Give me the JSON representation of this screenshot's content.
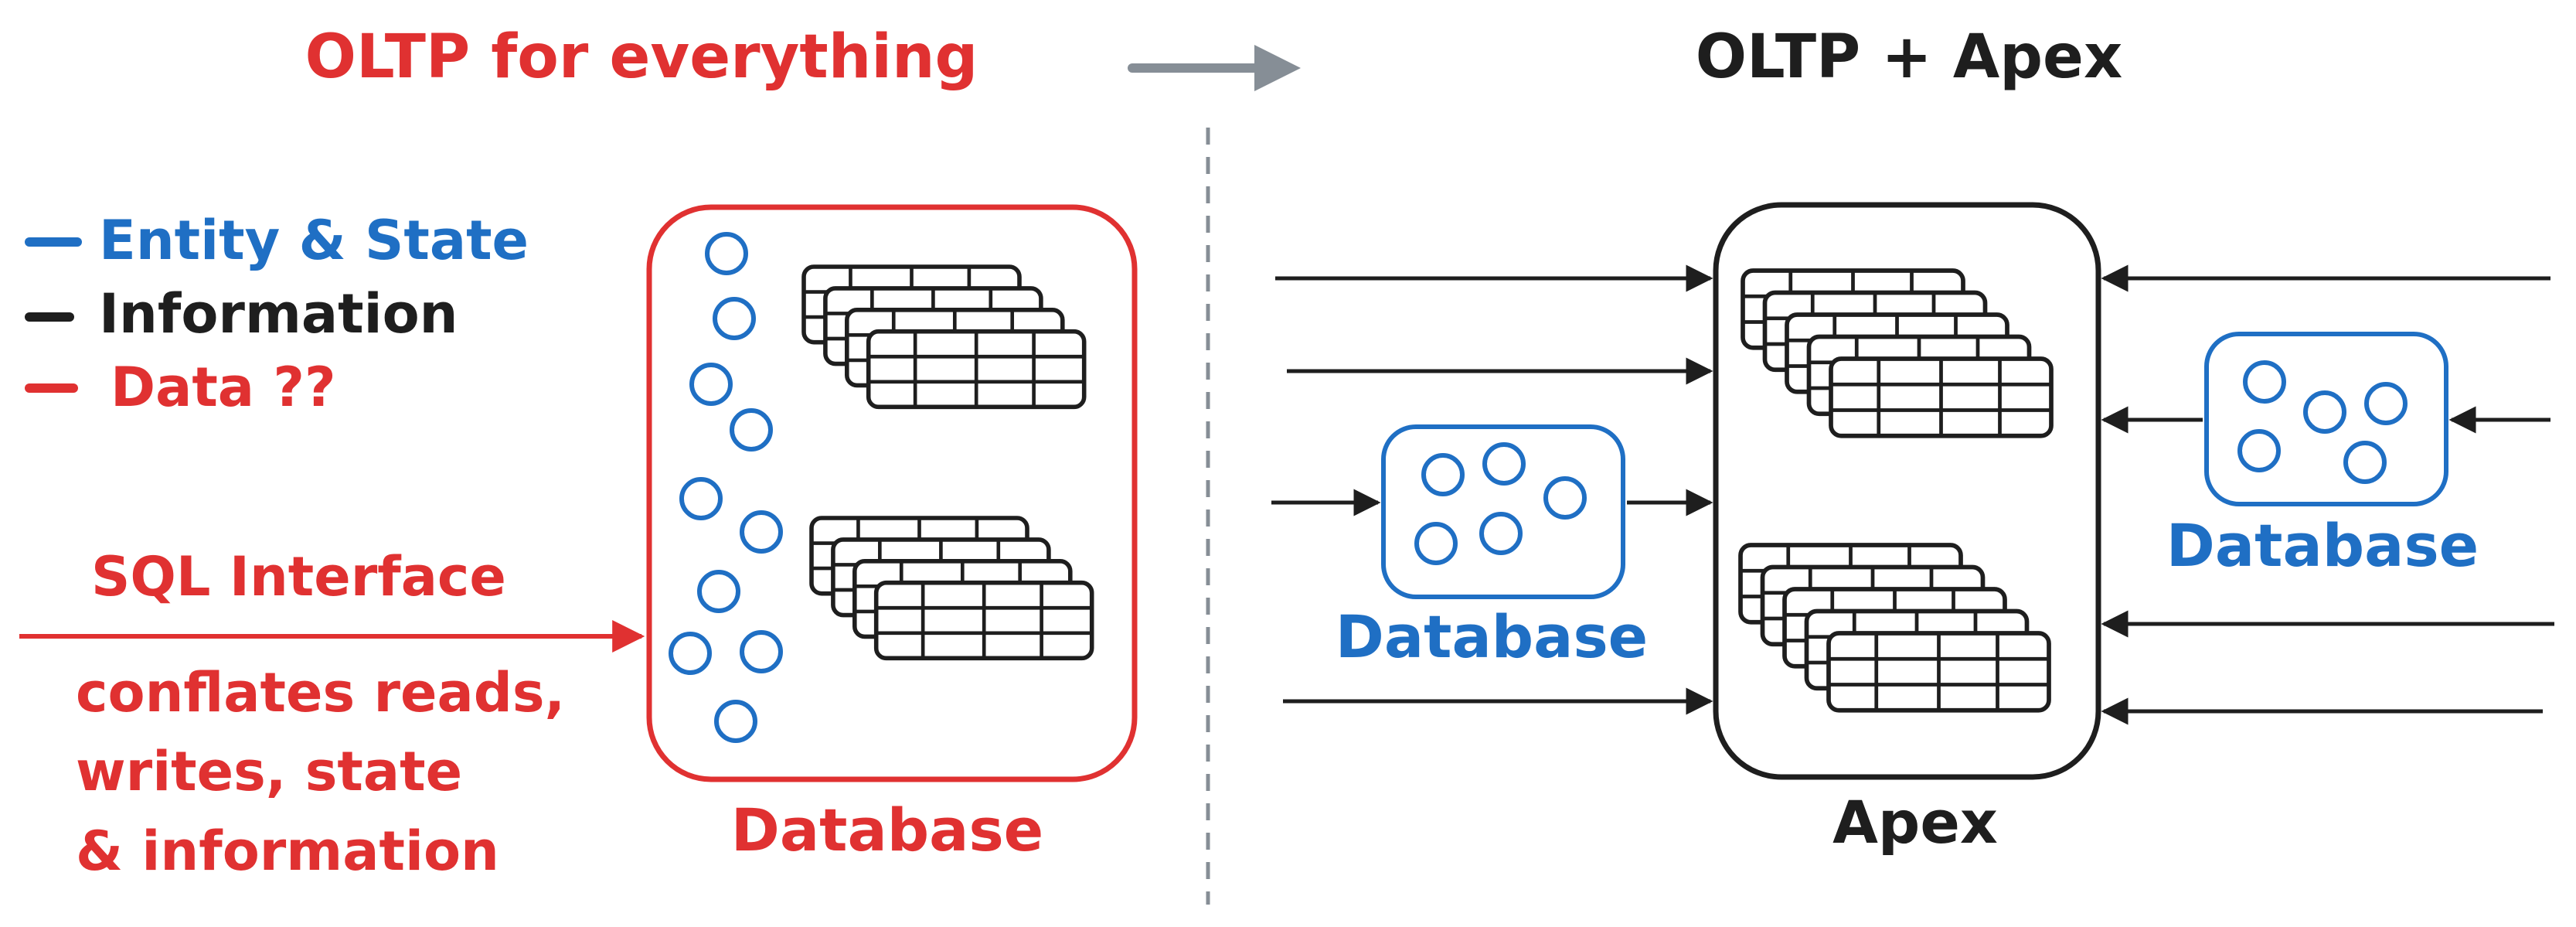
{
  "left": {
    "title": "OLTP for everything",
    "legend": [
      {
        "label": "Entity & State",
        "color": "#1f6fc4"
      },
      {
        "label": "Information",
        "color": "#1e1e1e"
      },
      {
        "label": "Data ??",
        "color": "#e03131"
      }
    ],
    "sql_label": "SQL Interface",
    "note_lines": [
      "conflates reads,",
      "writes, state",
      "& information"
    ],
    "db_label": "Database"
  },
  "right": {
    "title": "OLTP + Apex",
    "apex_label": "Apex",
    "db_left_label": "Database",
    "db_right_label": "Database"
  },
  "colors": {
    "red": "#e03131",
    "blue": "#1f6fc4",
    "black": "#1e1e1e",
    "gray": "#868e96"
  }
}
